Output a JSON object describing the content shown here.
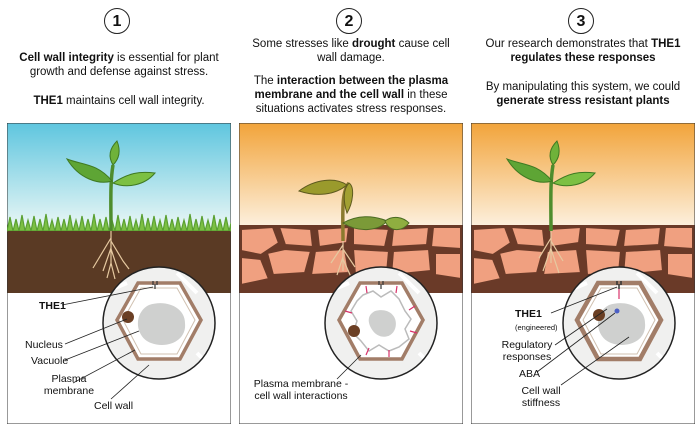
{
  "panels": [
    {
      "number": "1",
      "line1_bold": "Cell wall integrity",
      "line1_rest": " is essential for plant",
      "line2": "growth and defense against stress.",
      "line3_bold": "THE1",
      "line3_rest": " maintains cell wall integrity.",
      "labels": {
        "the1": "THE1",
        "nucleus": "Nucleus",
        "vacuole": "Vacuole",
        "membrane1": "Plasma",
        "membrane2": "membrane",
        "cellwall": "Cell wall"
      }
    },
    {
      "number": "2",
      "line1_pre": "Some stresses like ",
      "line1_bold": "drought",
      "line1_post": " cause cell",
      "line2": "wall damage.",
      "line3_pre": "The ",
      "line3_bold": "interaction between the plasma",
      "line4_bold": "membrane and the cell wall",
      "line4_post": " in these",
      "line5": "situations activates stress responses.",
      "labels": {
        "interactions1": "Plasma membrane -",
        "interactions2": "cell wall interactions"
      }
    },
    {
      "number": "3",
      "line1_pre": "Our research demonstrates that ",
      "line1_bold": "THE1",
      "line2_bold": "regulates these responses",
      "line3": "By manipulating this system, we could",
      "line4_bold": "generate stress resistant plants",
      "labels": {
        "the1": "THE1",
        "engineered": "(engineered)",
        "regulatory1": "Regulatory",
        "regulatory2": "responses",
        "aba": "ABA",
        "stiffness1": "Cell wall",
        "stiffness2": "stiffness"
      }
    }
  ],
  "colors": {
    "sky_blue_top": "#5fc6df",
    "sky_blue_bottom": "#f0f8f8",
    "sky_orange_top": "#f2a43b",
    "sky_orange_bottom": "#fdf4e6",
    "soil_brown": "#5a3a24",
    "cracked_soil": "#f0a080",
    "crack_dark": "#6a3a28",
    "cell_wall": "#a27d68",
    "plant_green": "#6fb23a",
    "interaction_marks": "#d9326a",
    "aba_dot": "#4c5fc4"
  }
}
